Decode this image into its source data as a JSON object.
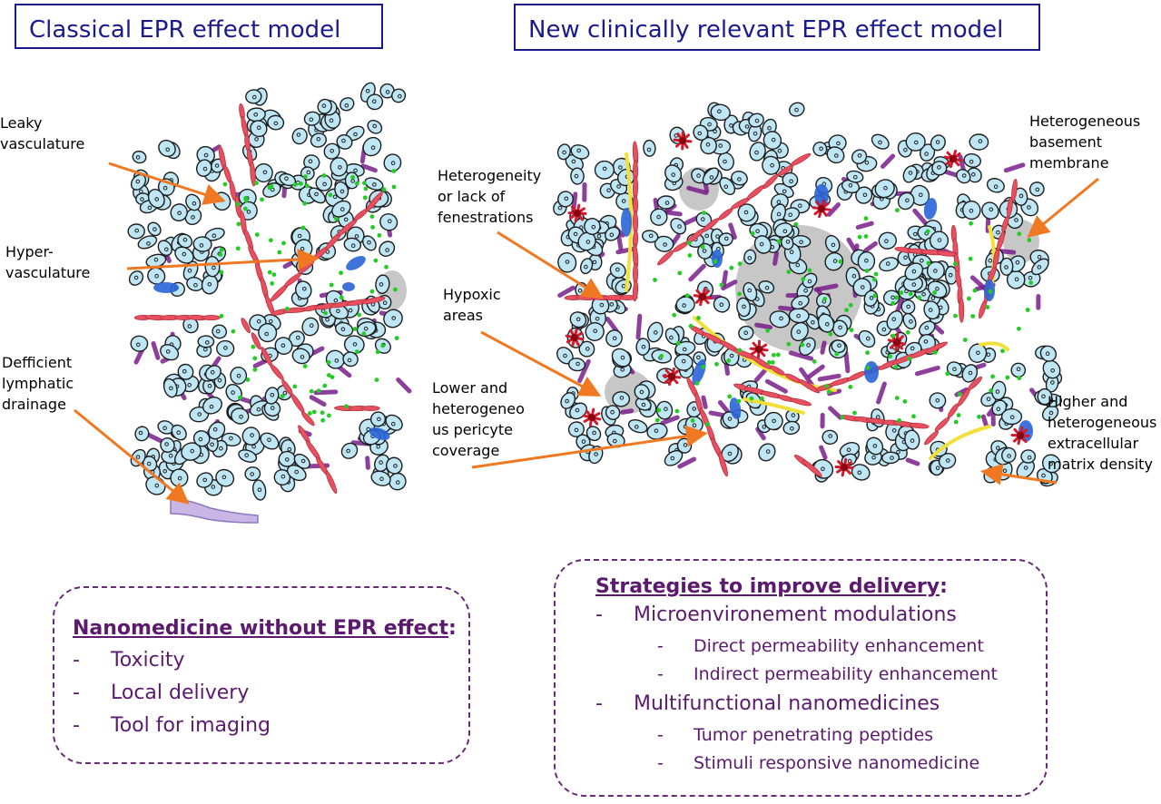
{
  "titles": {
    "left": "Classical EPR effect model",
    "right": "New clinically relevant EPR effect model"
  },
  "left_labels": {
    "leaky": [
      "Leaky",
      "vasculature"
    ],
    "hyper": [
      "Hyper-",
      "vasculature"
    ],
    "lymph": [
      "Defficient",
      "lymphatic",
      "drainage"
    ]
  },
  "right_labels": {
    "fenestrations": [
      "Heterogeneity",
      "or lack of",
      "fenestrations"
    ],
    "hypoxic": [
      "Hypoxic",
      "areas"
    ],
    "pericyte": [
      "Lower and",
      "heterogeneo",
      "us pericyte",
      "coverage"
    ],
    "basement": [
      "Heterogeneous",
      "basement",
      "membrane"
    ],
    "ecm": [
      "Higher and",
      "heterogeneous",
      "extracellular",
      "matrix density"
    ]
  },
  "box_left": {
    "heading": "Nanomedicine without EPR effect",
    "heading_suffix": ":",
    "dash": "-",
    "items": [
      "Toxicity",
      "Local delivery",
      "Tool for imaging"
    ]
  },
  "box_right": {
    "heading": "Strategies to improve delivery",
    "heading_suffix": ":",
    "dash": "-",
    "groups": [
      {
        "label": "Microenvironement modulations",
        "subitems": [
          "Direct permeability enhancement",
          "Indirect permeability enhancement"
        ]
      },
      {
        "label": "Multifunctional nanomedicines",
        "subitems": [
          "Tumor penetrating peptides",
          "Stimuli responsive nanomedicine"
        ]
      }
    ]
  },
  "colors": {
    "title_border": "#1a1a8c",
    "arrow": "#f07820",
    "vessel": "#e8505f",
    "cell_fill": "#bfe6f5",
    "matrix": "#7a1f8a",
    "nanoparticle": "#22cc22",
    "pericyte": "#2a64d8",
    "basement": "#f1e03a",
    "hypoxic": "#b4b4b4",
    "lymph": "#c9b6e4",
    "box_text": "#5b1a6e"
  },
  "icons": [
    "tumor-cell-icon",
    "vessel-icon",
    "nanoparticle-icon",
    "arrow-icon"
  ]
}
